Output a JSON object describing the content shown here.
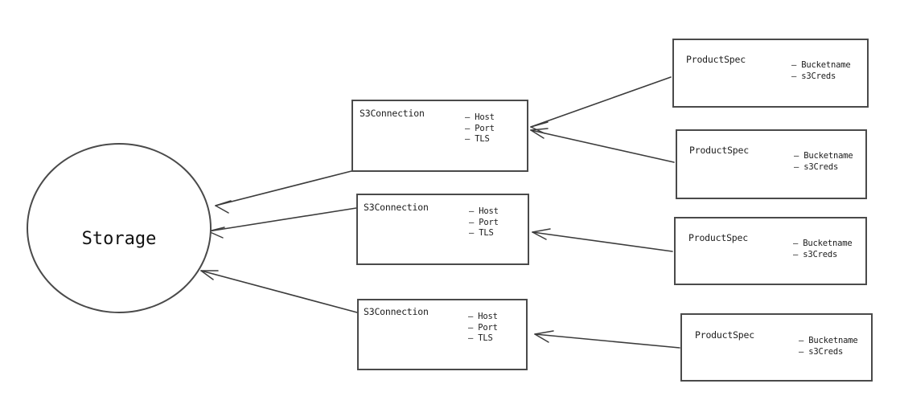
{
  "diagram": {
    "title_text": "Storage",
    "background_color": "#ffffff",
    "stroke_color": "#4a4a4a",
    "arrow_color": "#3c3c3c",
    "text_color": "#1c1c1c",
    "storage": {
      "label": "Storage"
    },
    "connections": [
      {
        "id": "s3connection-1",
        "title": "S3Connection",
        "attributes": [
          "– Host",
          "– Port",
          "– TLS"
        ]
      },
      {
        "id": "s3connection-2",
        "title": "S3Connection",
        "attributes": [
          "– Host",
          "– Port",
          "– TLS"
        ]
      },
      {
        "id": "s3connection-3",
        "title": "S3Connection",
        "attributes": [
          "– Host",
          "– Port",
          "– TLS"
        ]
      }
    ],
    "specs": [
      {
        "id": "productspec-1",
        "title": "ProductSpec",
        "attributes": [
          "– Bucketname",
          "– s3Creds"
        ]
      },
      {
        "id": "productspec-2",
        "title": "ProductSpec",
        "attributes": [
          "– Bucketname",
          "– s3Creds"
        ]
      },
      {
        "id": "productspec-3",
        "title": "ProductSpec",
        "attributes": [
          "– Bucketname",
          "– s3Creds"
        ]
      },
      {
        "id": "productspec-4",
        "title": "ProductSpec",
        "attributes": [
          "– Bucketname",
          "– s3Creds"
        ]
      }
    ],
    "edges": [
      {
        "id": "edge-conn1-storage",
        "from": "s3connection-1",
        "to": "storage"
      },
      {
        "id": "edge-conn2-storage",
        "from": "s3connection-2",
        "to": "storage"
      },
      {
        "id": "edge-conn3-storage",
        "from": "s3connection-3",
        "to": "storage"
      },
      {
        "id": "edge-spec1-conn1",
        "from": "productspec-1",
        "to": "s3connection-1"
      },
      {
        "id": "edge-spec2-conn1",
        "from": "productspec-2",
        "to": "s3connection-1"
      },
      {
        "id": "edge-spec3-conn2",
        "from": "productspec-3",
        "to": "s3connection-2"
      },
      {
        "id": "edge-spec4-conn3",
        "from": "productspec-4",
        "to": "s3connection-3"
      }
    ]
  }
}
